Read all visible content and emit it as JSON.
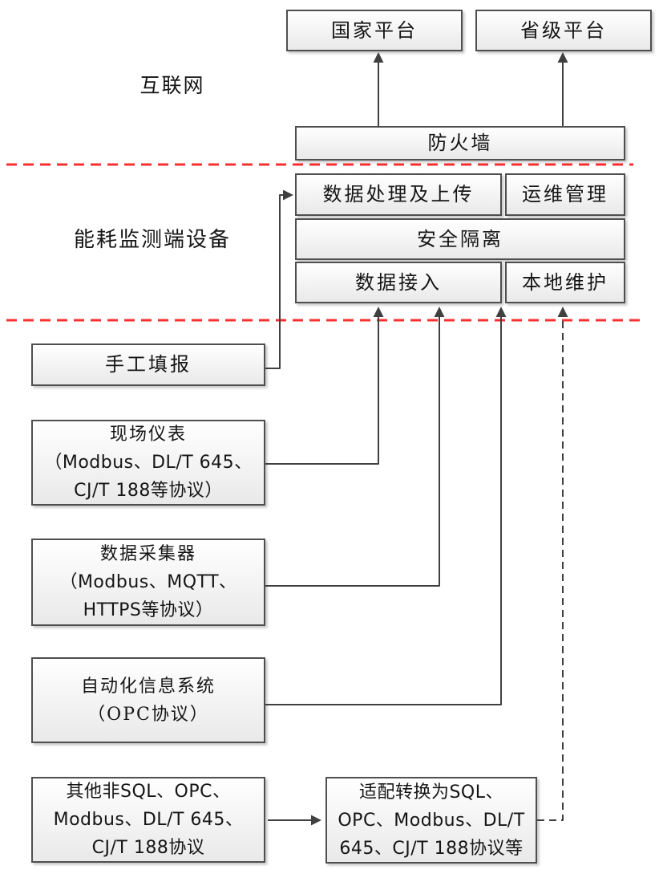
{
  "colors": {
    "boundary_red": "#fa3030",
    "line_gray": "#404040",
    "box_border": "#4f4f4f",
    "box_fill_top": "#ffffff",
    "box_fill_bottom": "#e9e9e9",
    "text_color": "#151515"
  },
  "zones": {
    "internet": "互联网",
    "device": "能耗监测端设备"
  },
  "boxes": {
    "national_platform": {
      "label": "国家平台"
    },
    "provincial_platform": {
      "label": "省级平台"
    },
    "firewall": {
      "label": "防火墙"
    },
    "data_processing_upload": {
      "label": "数据处理及上传"
    },
    "ops_management": {
      "label": "运维管理"
    },
    "security_isolation": {
      "label": "安全隔离"
    },
    "data_access": {
      "label": "数据接入"
    },
    "local_maintenance": {
      "label": "本地维护"
    },
    "manual_entry": {
      "label": "手工填报"
    },
    "field_instruments": {
      "lines": [
        "现场仪表",
        "（Modbus、DL/T 645、",
        "CJ/T 188等协议）"
      ]
    },
    "data_collector": {
      "lines": [
        "数据采集器",
        "（Modbus、MQTT、",
        "HTTPS等协议）"
      ]
    },
    "automation_system": {
      "lines": [
        "自动化信息系统",
        "（OPC协议）"
      ]
    },
    "other_protocols": {
      "lines": [
        "其他非SQL、OPC、",
        "Modbus、DL/T 645、",
        "CJ/T 188协议"
      ]
    },
    "protocol_adapter": {
      "lines": [
        "适配转换为SQL、",
        "OPC、Modbus、DL/T",
        "645、CJ/T 188协议等"
      ]
    }
  }
}
